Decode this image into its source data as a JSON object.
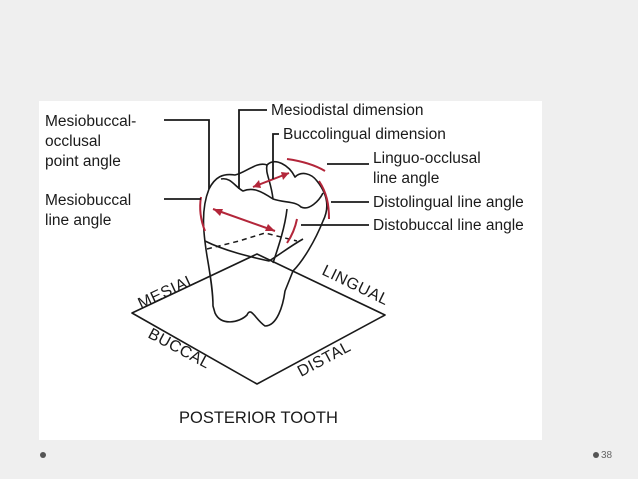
{
  "labels": {
    "mesiobuccal_occlusal": [
      "Mesiobuccal-",
      "occlusal",
      "point angle"
    ],
    "mesiobuccal_line": [
      "Mesiobuccal",
      "line angle"
    ],
    "mesiodistal": "Mesiodistal dimension",
    "buccolingual": "Buccolingual dimension",
    "linguo_occlusal": [
      "Linguo-occlusal",
      "line angle"
    ],
    "distolingual": "Distolingual line angle",
    "distobuccal": "Distobuccal line angle"
  },
  "directions": {
    "mesial": "MESIAL",
    "lingual": "LINGUAL",
    "buccal": "BUCCAL",
    "distal": "DISTAL"
  },
  "figure_title": "POSTERIOR TOOTH",
  "page_number": "38",
  "colors": {
    "accent_red": "#b3263a",
    "background": "#efefef",
    "figure_bg": "#ffffff",
    "text": "#1a1a1a"
  }
}
